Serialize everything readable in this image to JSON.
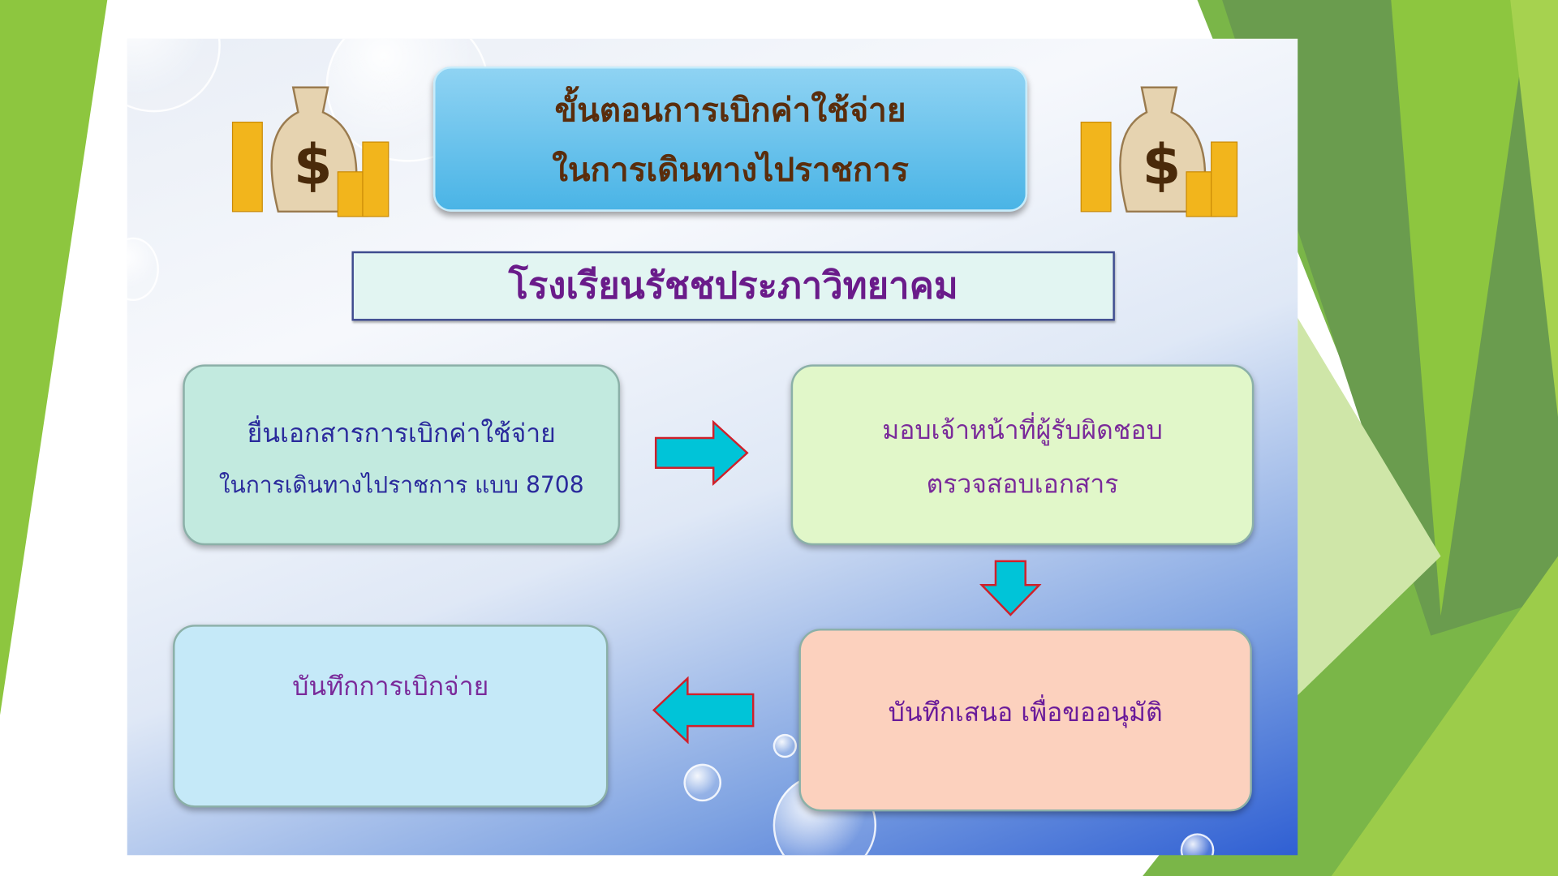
{
  "title": {
    "line1": "ขั้นตอนการเบิกค่าใช้จ่าย",
    "line2": "ในการเดินทางไปราชการ"
  },
  "school": "โรงเรียนรัชชประภาวิทยาคม",
  "steps": [
    {
      "line1": "ยื่นเอกสารการเบิกค่าใช้จ่าย",
      "line2": "ในการเดินทางไปราชการ แบบ 8708"
    },
    {
      "line1": "มอบเจ้าหน้าที่ผู้รับผิดชอบ",
      "line2": "ตรวจสอบเอกสาร"
    },
    {
      "line1": "บันทึกเสนอ เพื่อขออนุมัติ"
    },
    {
      "line1": "บันทึกการเบิกจ่าย"
    }
  ],
  "colors": {
    "arrow": "#00c4d8",
    "arrow_border": "#d0202a",
    "green": "#8dc63f"
  }
}
